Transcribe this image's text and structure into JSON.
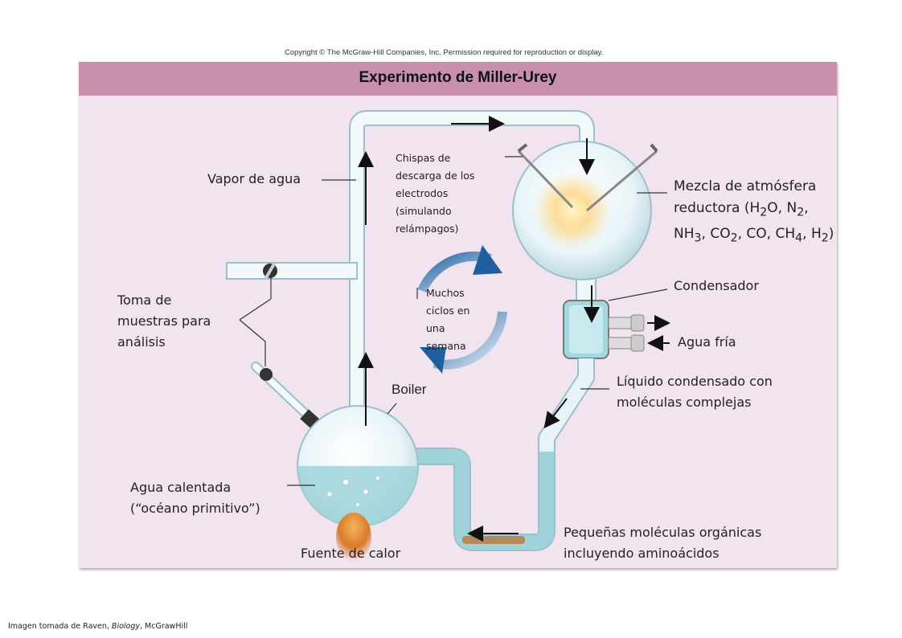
{
  "copyright": "Copyright © The McGraw-Hill Companies, Inc. Permission required for reproduction or display.",
  "title": "Experimento de Miller-Urey",
  "labels": {
    "vapor": "Vapor de agua",
    "chispas": [
      "Chispas de",
      "descarga de los",
      "electrodos",
      "(simulando",
      "relámpagos)"
    ],
    "mezcla_line1": "Mezcla de atmósfera",
    "mezcla_line2_a": "reductora (H",
    "mezcla_line2_b": "O, N",
    "mezcla_line2_c": ",",
    "mezcla_line3_a": "NH",
    "mezcla_line3_b": ", CO",
    "mezcla_line3_c": ", CO, CH",
    "mezcla_line3_d": ", H",
    "mezcla_line3_e": ")",
    "sub_2": "2",
    "sub_3": "3",
    "sub_4": "4",
    "muchos": [
      "Muchos",
      "ciclos en",
      "una",
      "semana"
    ],
    "condensador": "Condensador",
    "agua_fria": "Agua fría",
    "toma": [
      "Toma de",
      "muestras para",
      "análisis"
    ],
    "liquido": [
      "Líquido condensado con",
      "moléculas complejas"
    ],
    "boiler": "Boiler",
    "agua_calentada": [
      "Agua calentada",
      "(“océano primitivo”)"
    ],
    "pequenas": [
      "Pequeñas moléculas orgánicas",
      "incluyendo aminoácidos"
    ],
    "fuente": "Fuente de calor"
  },
  "credit": {
    "prefix": "Imagen tomada de Raven, ",
    "book": "Biology",
    "suffix": ", McGrawHill"
  },
  "colors": {
    "header": "#c890ad",
    "panel": "#f1e4ef",
    "glass": "#e2f1f5",
    "water": "#9fd3d9",
    "cycle_arrow": "#1f5f9f"
  }
}
